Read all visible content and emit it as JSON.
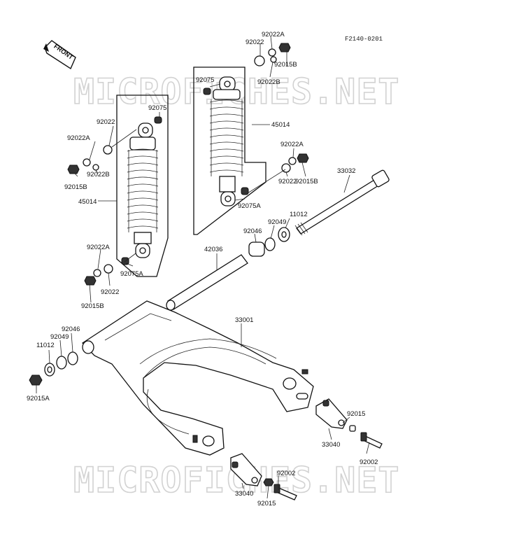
{
  "diagram": {
    "ref_code": "F2140-0201",
    "front_label": "FRONT",
    "watermarks": [
      "MICROFICHES.NET",
      "MICROFICHES.NET"
    ],
    "labels": [
      {
        "id": "l1",
        "text": "92022A"
      },
      {
        "id": "l2",
        "text": "92022"
      },
      {
        "id": "l3",
        "text": "92015B"
      },
      {
        "id": "l4",
        "text": "92075"
      },
      {
        "id": "l5",
        "text": "92022B"
      },
      {
        "id": "l6",
        "text": "45014"
      },
      {
        "id": "l7",
        "text": "92022A"
      },
      {
        "id": "l8",
        "text": "92015B"
      },
      {
        "id": "l9",
        "text": "92022"
      },
      {
        "id": "l10",
        "text": "92075A"
      },
      {
        "id": "l11",
        "text": "33032"
      },
      {
        "id": "l12",
        "text": "11012"
      },
      {
        "id": "l13",
        "text": "92049"
      },
      {
        "id": "l14",
        "text": "92046"
      },
      {
        "id": "l15",
        "text": "92075"
      },
      {
        "id": "l16",
        "text": "92022"
      },
      {
        "id": "l17",
        "text": "92022A"
      },
      {
        "id": "l18",
        "text": "92022B"
      },
      {
        "id": "l19",
        "text": "92015B"
      },
      {
        "id": "l20",
        "text": "45014"
      },
      {
        "id": "l21",
        "text": "92022A"
      },
      {
        "id": "l22",
        "text": "92075A"
      },
      {
        "id": "l23",
        "text": "92022"
      },
      {
        "id": "l24",
        "text": "92015B"
      },
      {
        "id": "l25",
        "text": "42036"
      },
      {
        "id": "l26",
        "text": "33001"
      },
      {
        "id": "l27",
        "text": "92046"
      },
      {
        "id": "l28",
        "text": "92049"
      },
      {
        "id": "l29",
        "text": "11012"
      },
      {
        "id": "l30",
        "text": "92015A"
      },
      {
        "id": "l31",
        "text": "92015"
      },
      {
        "id": "l32",
        "text": "33040"
      },
      {
        "id": "l33",
        "text": "92002"
      },
      {
        "id": "l34",
        "text": "92002"
      },
      {
        "id": "l35",
        "text": "33040"
      },
      {
        "id": "l36",
        "text": "92015"
      }
    ]
  }
}
